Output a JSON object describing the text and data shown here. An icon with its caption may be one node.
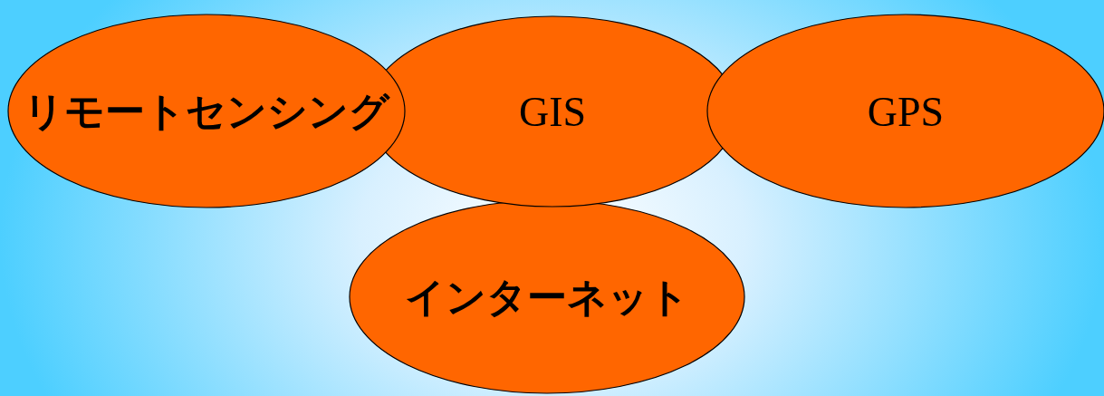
{
  "diagram": {
    "nodes": [
      {
        "text": [
          "リモートセンシング"
        ]
      },
      {
        "text": [
          "GIS"
        ]
      },
      {
        "text": [
          "GPS"
        ]
      },
      {
        "text": [
          "インターネット"
        ]
      }
    ]
  }
}
